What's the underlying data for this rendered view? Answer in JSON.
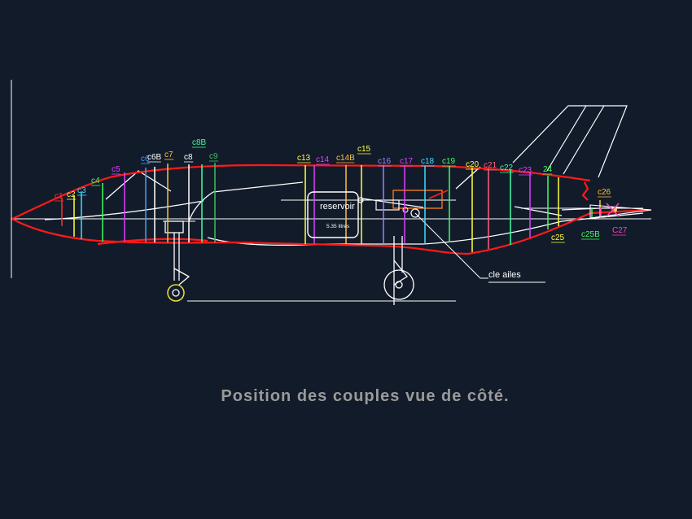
{
  "caption": "Position des couples vue de côté.",
  "reservoir": {
    "label": "reservoir",
    "capacity": "5.35 litres"
  },
  "wing_key_label": "cle ailes",
  "frames": [
    {
      "label": "c1",
      "color": "#ff3030"
    },
    {
      "label": "c2",
      "color": "#ffff40"
    },
    {
      "label": "c3",
      "color": "#40e0ff"
    },
    {
      "label": "c4",
      "color": "#40ff60"
    },
    {
      "label": "c5",
      "color": "#e040ff"
    },
    {
      "label": "c6",
      "color": "#40a0ff"
    },
    {
      "label": "c6B",
      "color": "#ffffff"
    },
    {
      "label": "c7",
      "color": "#ffc040"
    },
    {
      "label": "c8",
      "color": "#ffffff"
    },
    {
      "label": "c8B",
      "color": "#40ffa0"
    },
    {
      "label": "c9",
      "color": "#40c060"
    },
    {
      "label": "c13",
      "color": "#ffff40"
    },
    {
      "label": "c14",
      "color": "#e040ff"
    },
    {
      "label": "c14B",
      "color": "#ffc040"
    },
    {
      "label": "c15",
      "color": "#ffff40"
    },
    {
      "label": "c16",
      "color": "#a080ff"
    },
    {
      "label": "c17",
      "color": "#e040ff"
    },
    {
      "label": "c18",
      "color": "#40e0ff"
    },
    {
      "label": "c19",
      "color": "#40ff60"
    },
    {
      "label": "c20",
      "color": "#ffff40"
    },
    {
      "label": "c21",
      "color": "#ff6080"
    },
    {
      "label": "c22",
      "color": "#40ffa0"
    },
    {
      "label": "c23",
      "color": "#e040ff"
    },
    {
      "label": "24",
      "color": "#40ff60"
    },
    {
      "label": "c25",
      "color": "#ffff40"
    },
    {
      "label": "c25B",
      "color": "#40ff60"
    },
    {
      "label": "c26",
      "color": "#ffc040"
    },
    {
      "label": "C27",
      "color": "#ff40c0"
    }
  ]
}
